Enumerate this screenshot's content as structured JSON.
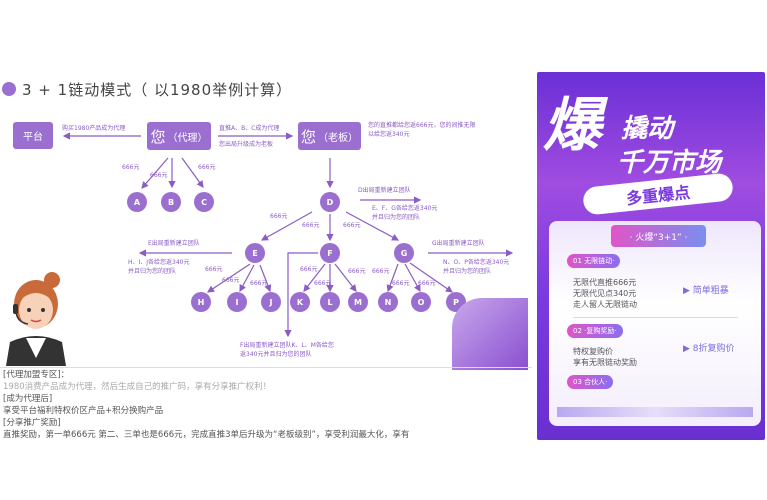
{
  "title": "3 + 1链动模式（ 以1980举例计算）",
  "boxes": {
    "platform": "平台",
    "you_agent_big": "您",
    "you_agent_small": "（代理）",
    "you_boss_big": "您",
    "you_boss_small": "（老板）"
  },
  "labels": {
    "buy": "购买1980产品成为代理",
    "direct": "直推A、B、C成为代理",
    "upgrade": "您出局升级成为老板",
    "boss_note_1": "您的直推都给您返666元，您的间推无限",
    "boss_note_2": "以给您返340元",
    "d_out": "D出局重新建立团队",
    "d_note_1": "E、F、G各给您返340元",
    "d_note_2": "并且归为您的团队",
    "e_out": "E出局重新建立团队",
    "e_note_1": "H、I、J各给您返340元",
    "e_note_2": "并且归为您的团队",
    "g_out": "G出局重新建立团队",
    "g_note_1": "N、O、P各给您返340元",
    "g_note_2": "并且归为您的团队",
    "f_note_1": "F出局重新建立团队K、L、M各给您",
    "f_note_2": "返340元并且归为您的团队",
    "amount": "666元"
  },
  "nodes": [
    "A",
    "B",
    "C",
    "D",
    "E",
    "F",
    "G",
    "H",
    "I",
    "J",
    "K",
    "L",
    "M",
    "N",
    "O",
    "P"
  ],
  "bottom": {
    "h1": "[代理加盟专区]：",
    "l1": "1980消费产品成为代理，然后生成自己的推广码，享有分享推广权利！",
    "h2": "[成为代理后]",
    "l2": "享受平台福利特权价区产品+积分换购产品",
    "h3": "[分享推广奖励]",
    "l3": "直推奖励，第一单666元  第二、三单也是666元，完成直推3单后升级为“老板级别”，享受利润最大化，享有"
  },
  "promo": {
    "big": "爆",
    "line1": "撬动",
    "line2": "千万市场",
    "ribbon": "多重爆点",
    "header": "· 火爆“3+1” ·",
    "s1_num": "01",
    "s1_tag": "无限链动·",
    "s1_l1": "无限代直推666元",
    "s1_l2": "无限代见点340元",
    "s1_l3": "走人留人无限链动",
    "s1_right": "简单粗暴",
    "s2_num": "02",
    "s2_tag": "·复购奖励·",
    "s2_l1": "特权复购价",
    "s2_l2": "享有无限链动奖励",
    "s2_right": "8折复购价",
    "s3_num": "03",
    "s3_tag": "合伙人·"
  },
  "colors": {
    "accent": "#9b6fd0",
    "promo": "#7a3be0"
  }
}
